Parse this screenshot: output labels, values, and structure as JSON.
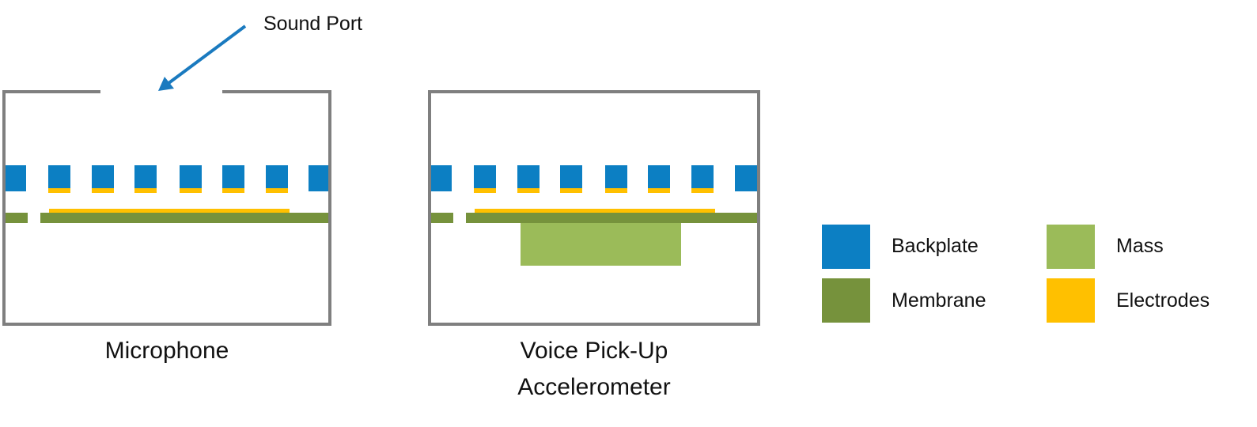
{
  "annotation": {
    "sound_port": "Sound Port"
  },
  "devices": {
    "microphone": {
      "caption": "Microphone"
    },
    "accelerometer": {
      "caption_line1": "Voice Pick-Up",
      "caption_line2": "Accelerometer"
    }
  },
  "legend": {
    "backplate": "Backplate",
    "membrane": "Membrane",
    "mass": "Mass",
    "electrodes": "Electrodes"
  },
  "colors": {
    "backplate": "#0c7fc3",
    "membrane": "#76923c",
    "mass": "#9bbb59",
    "electrodes": "#ffc000",
    "housing": "#7f7f7f",
    "arrow": "#1a7abf"
  }
}
